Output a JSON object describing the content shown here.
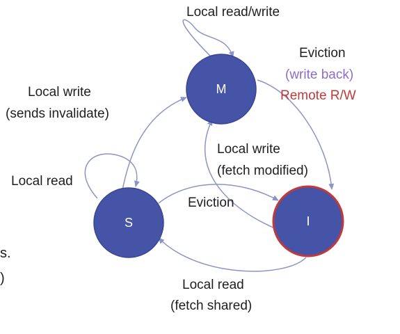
{
  "colors": {
    "state_fill": "#4654a8",
    "state_stroke": "#3a4690",
    "invalid_stroke": "#c0393b",
    "arrow": "#8b94c4",
    "label_text": "#1e1e1e",
    "write_back_text": "#8e6cc8",
    "remote_text": "#c0393b"
  },
  "states": {
    "m": "M",
    "s": "S",
    "i": "I"
  },
  "labels": {
    "m_self_loop": "Local read/write",
    "m_to_i_line1": "Eviction",
    "m_to_i_line2": "(write back)",
    "m_to_i_line3": "Remote R/W",
    "s_to_m_line1": "Local write",
    "s_to_m_line2": "(sends invalidate)",
    "i_to_m_line1": "Local write",
    "i_to_m_line2": "(fetch modified)",
    "s_self_loop": "Local read",
    "s_to_i": "Eviction",
    "i_to_s_line1": "Local read",
    "i_to_s_line2": "(fetch shared)",
    "cut_left_1": "s.",
    "cut_left_2": ")"
  }
}
